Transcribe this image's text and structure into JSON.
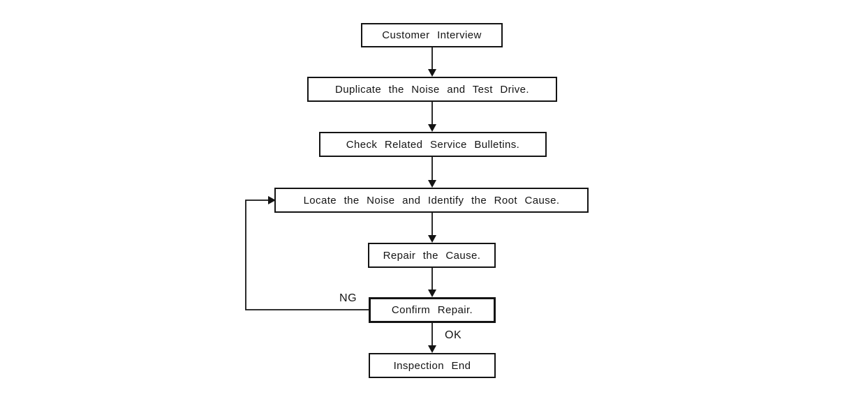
{
  "diagram": {
    "type": "flowchart",
    "nodes": [
      {
        "id": "customer-interview",
        "label": "Customer Interview"
      },
      {
        "id": "duplicate-noise-test-drive",
        "label": "Duplicate the Noise and Test Drive."
      },
      {
        "id": "check-service-bulletins",
        "label": "Check Related Service Bulletins."
      },
      {
        "id": "locate-noise-root-cause",
        "label": "Locate the Noise and Identify the Root Cause."
      },
      {
        "id": "repair-cause",
        "label": "Repair the Cause."
      },
      {
        "id": "confirm-repair",
        "label": "Confirm Repair."
      },
      {
        "id": "inspection-end",
        "label": "Inspection End"
      }
    ],
    "edges": [
      {
        "from": "customer-interview",
        "to": "duplicate-noise-test-drive",
        "label": ""
      },
      {
        "from": "duplicate-noise-test-drive",
        "to": "check-service-bulletins",
        "label": ""
      },
      {
        "from": "check-service-bulletins",
        "to": "locate-noise-root-cause",
        "label": ""
      },
      {
        "from": "locate-noise-root-cause",
        "to": "repair-cause",
        "label": ""
      },
      {
        "from": "repair-cause",
        "to": "confirm-repair",
        "label": ""
      },
      {
        "from": "confirm-repair",
        "to": "inspection-end",
        "label": "OK"
      },
      {
        "from": "confirm-repair",
        "to": "locate-noise-root-cause",
        "label": "NG"
      }
    ],
    "edge_labels": {
      "ng": "NG",
      "ok": "OK"
    },
    "colors": {
      "line": "#141414",
      "text": "#141414",
      "background": "#ffffff"
    }
  }
}
